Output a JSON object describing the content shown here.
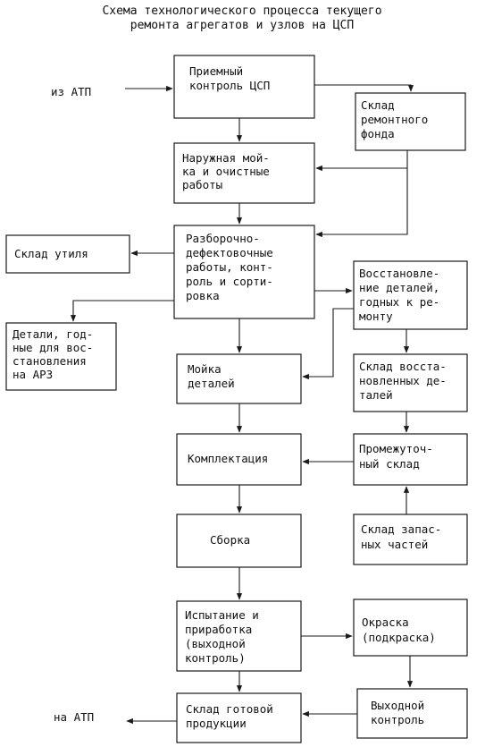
{
  "title": {
    "line1": "Схема технологического процесса текущего",
    "line2": "ремонта агрегатов и узлов на ЦСП"
  },
  "external": {
    "from_atp": "из АТП",
    "to_atp": "на АТП"
  },
  "boxes": {
    "priemny": [
      "Приемный",
      "контроль ЦСП"
    ],
    "sklad_fonda": [
      "Склад",
      "ремонтного",
      "фонда"
    ],
    "moyka_naruzh": [
      "Наружная мой-",
      "ка и очистные",
      "работы"
    ],
    "razborka": [
      "Разборочно-",
      "дефектовочные",
      "работы, конт-",
      "роль и сорти-",
      "ровка"
    ],
    "sklad_utilya": [
      "Склад утиля"
    ],
    "detali_arz": [
      "Детали, год-",
      "ные для вос-",
      "становления",
      "на АРЗ"
    ],
    "vosstanovlenie": [
      "Восстановле-",
      "ние деталей,",
      "годных к ре-",
      "монту"
    ],
    "moyka_detaley": [
      "Мойка",
      "деталей"
    ],
    "sklad_vosst": [
      "Склад восста-",
      "новленных де-",
      "талей"
    ],
    "komplektaciya": [
      "Комплектация"
    ],
    "promezh": [
      "Промежуточ-",
      "ный склад"
    ],
    "sklad_zapas": [
      "Склад запас-",
      "ных частей"
    ],
    "sborka": [
      "Сборка"
    ],
    "ispytanie": [
      "Испытание и",
      "приработка",
      "(выходной",
      "контроль)"
    ],
    "okraska": [
      "Окраска",
      "(подкраска)"
    ],
    "sklad_gotov": [
      "Склад готовой",
      "продукции"
    ],
    "vyhodnoy": [
      "Выходной",
      "контроль"
    ]
  },
  "colors": {
    "ink": "#1a1a1a",
    "background": "#ffffff"
  }
}
